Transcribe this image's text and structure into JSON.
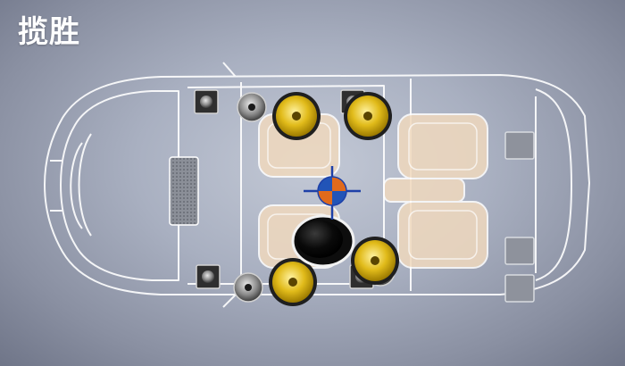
{
  "title": "揽胜",
  "colors": {
    "outline": "#ffffff",
    "seat_fill": "#f0d9be",
    "tweeter": "#4c4c4c",
    "woofer_cone": "#d9b300",
    "woofer_ring": "#2a2a2a",
    "target_blue": "#2254b7",
    "target_orange": "#e06a1c",
    "subwoofer": "#111111"
  },
  "speaker_layout": {
    "tweeters": 6,
    "midrange": 4,
    "woofers": 4,
    "subwoofer": 1,
    "listening_point": 1
  }
}
